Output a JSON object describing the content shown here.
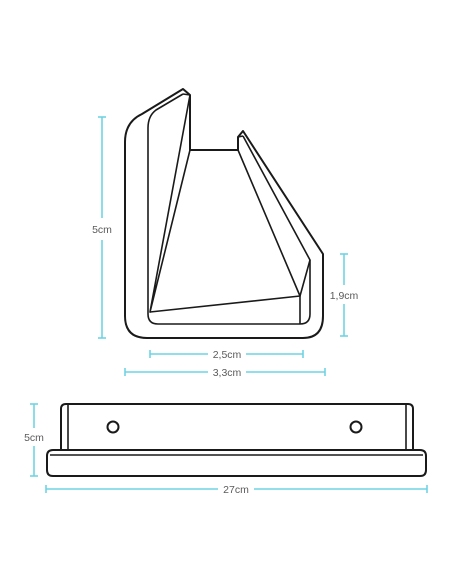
{
  "dimension_color": "#6fd3e4",
  "outline_color": "#1a1a1a",
  "profile_view": {
    "height_label": "5cm",
    "inner_height_label": "1,9cm",
    "inner_width_label": "2,5cm",
    "outer_width_label": "3,3cm"
  },
  "front_view": {
    "height_label": "5cm",
    "length_label": "27cm"
  }
}
